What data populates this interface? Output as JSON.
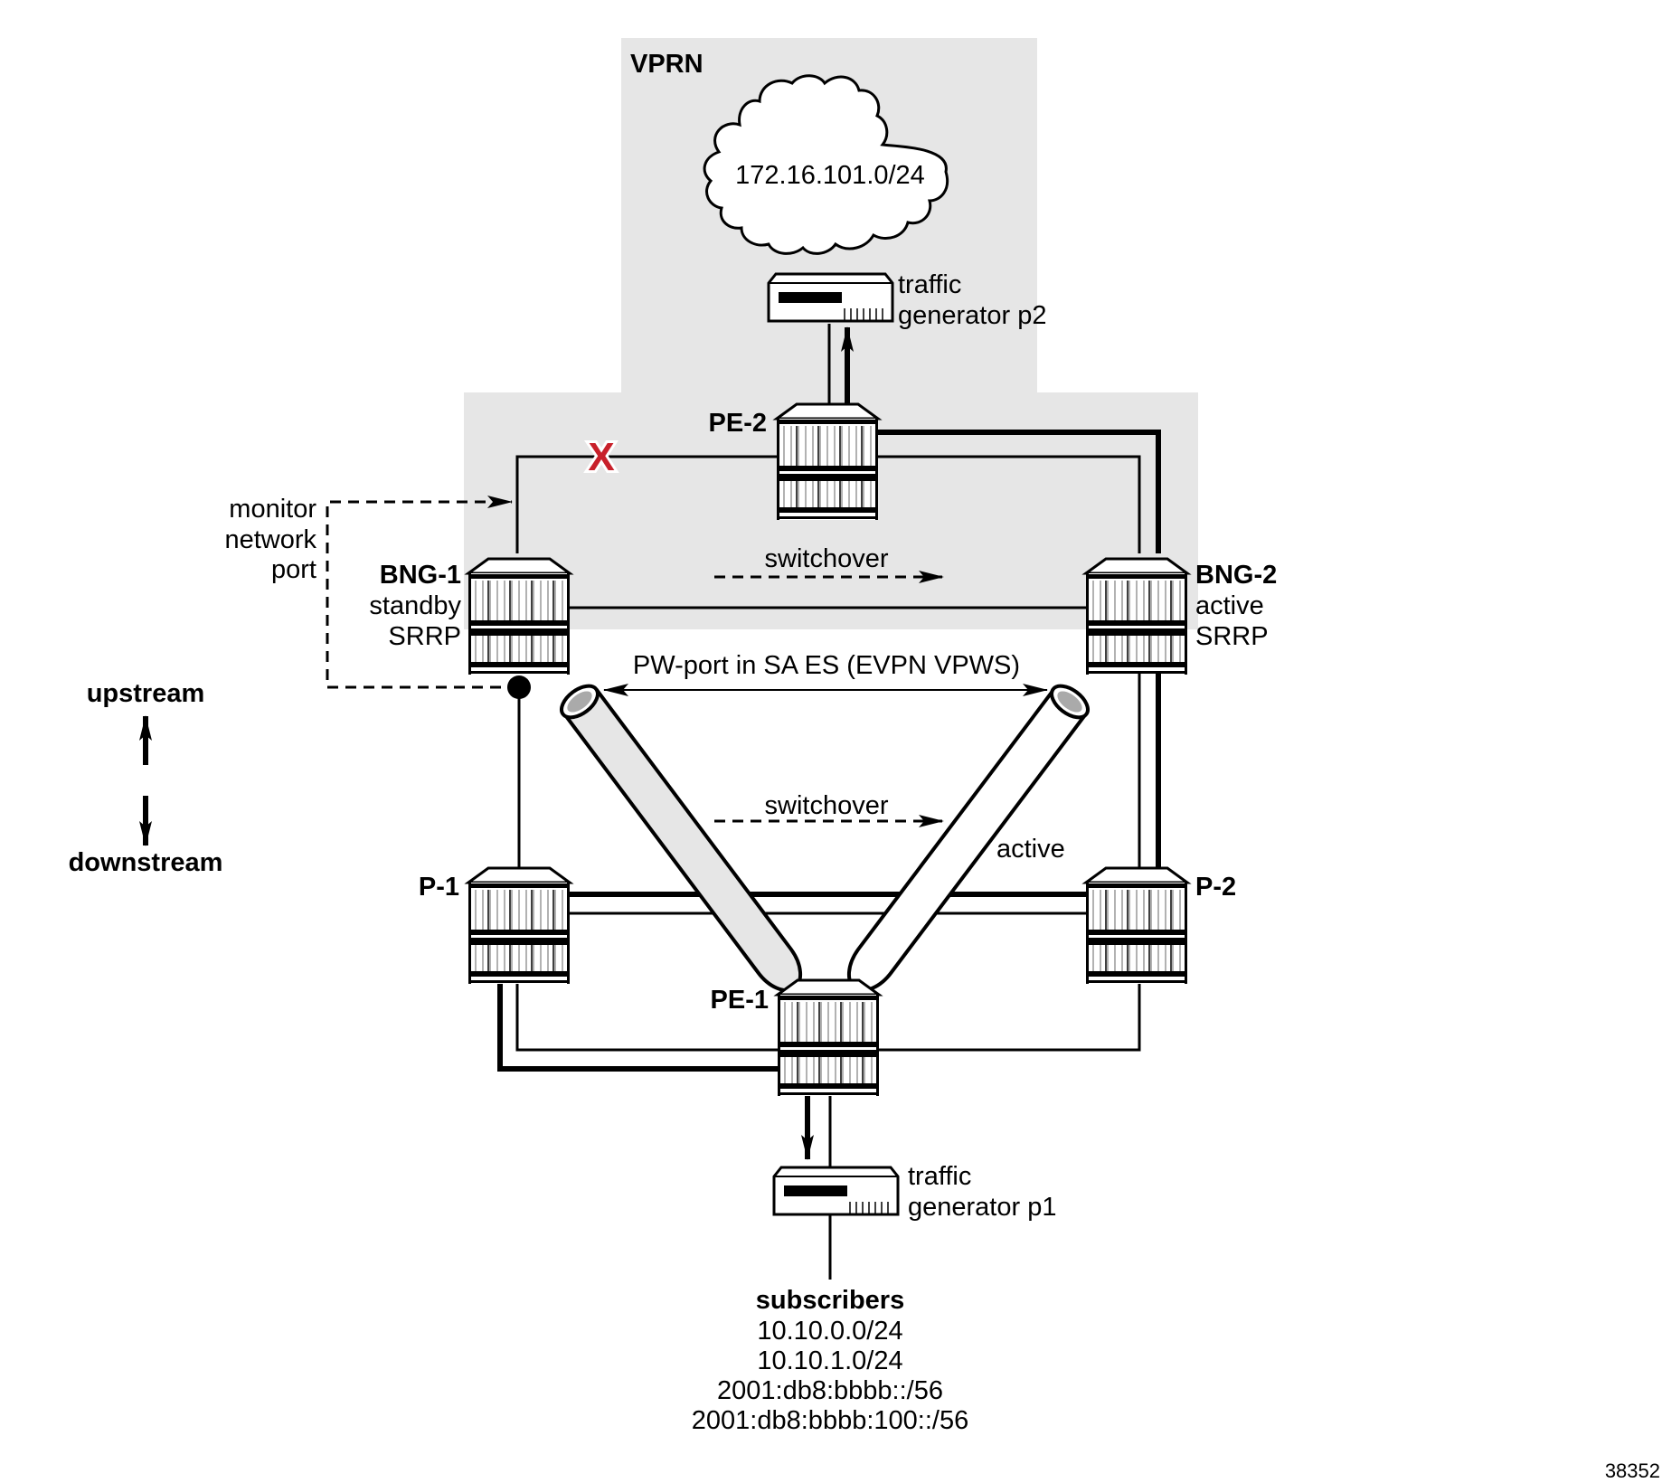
{
  "figure_id": "38352",
  "vprn": {
    "title": "VPRN",
    "network": "172.16.101.0/24"
  },
  "traffic_gen_p2": {
    "line1": "traffic",
    "line2": "generator p2"
  },
  "traffic_gen_p1": {
    "line1": "traffic",
    "line2": "generator p1"
  },
  "nodes": {
    "pe2": {
      "name": "PE-2"
    },
    "pe1": {
      "name": "PE-1"
    },
    "bng1": {
      "name": "BNG-1",
      "role": "standby",
      "protocol": "SRRP"
    },
    "bng2": {
      "name": "BNG-2",
      "role": "active",
      "protocol": "SRRP"
    },
    "p1": {
      "name": "P-1"
    },
    "p2": {
      "name": "P-2"
    }
  },
  "monitor": {
    "line1": "monitor",
    "line2": "network",
    "line3": "port"
  },
  "direction": {
    "up": "upstream",
    "down": "downstream"
  },
  "pw_port": {
    "label": "PW-port in SA ES (EVPN VPWS)"
  },
  "switchover_upper": {
    "label": "switchover"
  },
  "switchover_lower": {
    "label": "switchover"
  },
  "pw_active": {
    "label": "active"
  },
  "failure_mark": {
    "symbol": "X",
    "color": "#c8202a"
  },
  "subscribers": {
    "title": "subscribers",
    "prefixes": [
      "10.10.0.0/24",
      "10.10.1.0/24",
      "2001:db8:bbbb::/56",
      "2001:db8:bbbb:100::/56"
    ]
  },
  "colors": {
    "region_fill": "#e6e6e6",
    "tube_standby_fill": "#e6e6e6",
    "tube_active_fill": "#ffffff"
  }
}
